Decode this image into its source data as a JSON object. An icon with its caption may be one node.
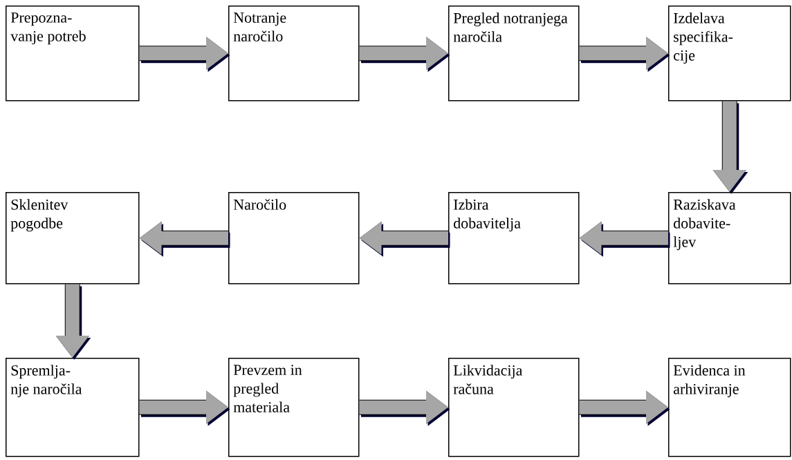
{
  "diagram": {
    "nodes": [
      {
        "text": [
          "Prepozna- vanje potreb"
        ]
      },
      {
        "text": [
          "Notranje naročilo"
        ]
      },
      {
        "text": [
          "Pregled notranjega naročila"
        ]
      },
      {
        "text": [
          "Izdelava specifika- cije"
        ]
      },
      {
        "text": [
          "Sklenitev pogodbe"
        ]
      },
      {
        "text": [
          "Naročilo"
        ]
      },
      {
        "text": [
          "Izbira dobavitelja"
        ]
      },
      {
        "text": [
          "Raziskava dobavite- ljev"
        ]
      },
      {
        "text": [
          "Spremlja- nje naročila"
        ]
      },
      {
        "text": [
          "Prevzem in pregled materiala"
        ]
      },
      {
        "text": [
          "Likvidacija računa"
        ]
      },
      {
        "text": [
          "Evidenca in arhiviranje"
        ]
      }
    ],
    "edges": [
      {
        "from": 0,
        "to": 1,
        "arrow": "to"
      },
      {
        "from": 1,
        "to": 2,
        "arrow": "to"
      },
      {
        "from": 2,
        "to": 3,
        "arrow": "to"
      },
      {
        "from": 3,
        "to": 7,
        "arrow": "to"
      },
      {
        "from": 7,
        "to": 6,
        "arrow": "to"
      },
      {
        "from": 6,
        "to": 5,
        "arrow": "to"
      },
      {
        "from": 5,
        "to": 4,
        "arrow": "to"
      },
      {
        "from": 4,
        "to": 8,
        "arrow": "to"
      },
      {
        "from": 8,
        "to": 9,
        "arrow": "to"
      },
      {
        "from": 9,
        "to": 10,
        "arrow": "to"
      },
      {
        "from": 10,
        "to": 11,
        "arrow": "to"
      }
    ]
  }
}
